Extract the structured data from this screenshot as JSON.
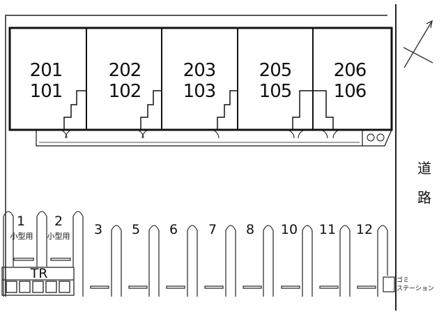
{
  "units": [
    {
      "upper": "201",
      "lower": "101"
    },
    {
      "upper": "202",
      "lower": "102"
    },
    {
      "upper": "203",
      "lower": "103"
    },
    {
      "upper": "205",
      "lower": "105"
    },
    {
      "upper": "206",
      "lower": "106"
    }
  ],
  "parking": {
    "space_1": "1",
    "space_1_note": "小型用",
    "space_2": "2",
    "space_2_note": "小型用",
    "numbers": [
      "3",
      "5",
      "6",
      "7",
      "8",
      "10",
      "11",
      "12"
    ]
  },
  "road": {
    "char_1": "道",
    "char_2": "路"
  },
  "trash": {
    "line_1": "ゴミ",
    "line_2": "ステーション"
  },
  "tr_label": "TR",
  "colors": {
    "line": "#1a1a1a",
    "background": "#ffffff"
  }
}
